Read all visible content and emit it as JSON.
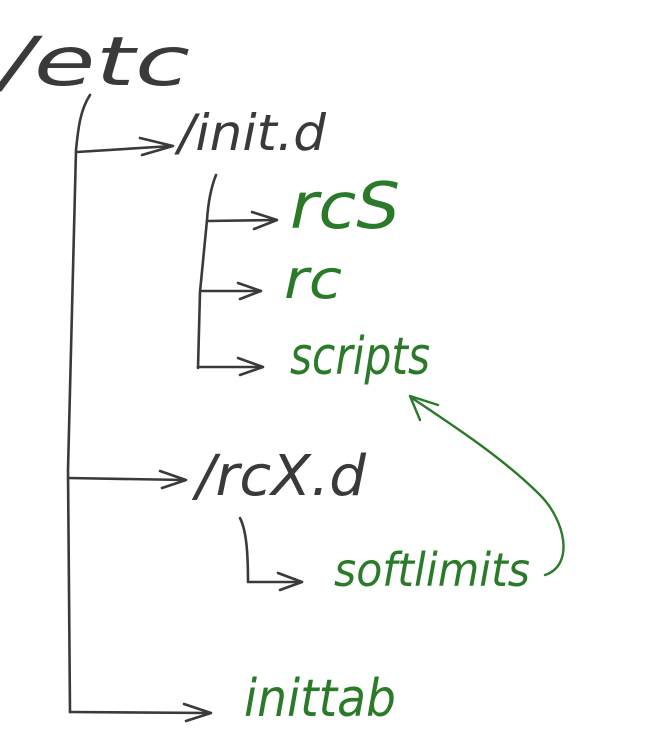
{
  "colors": {
    "ink_dark": "#3a3a3a",
    "ink_green": "#2a7a2a",
    "background": "#ffffff"
  },
  "tree": {
    "root": {
      "label": "/etc"
    },
    "nodes": [
      {
        "label": "/init.d"
      },
      {
        "label": "rcS"
      },
      {
        "label": "rc"
      },
      {
        "label": "scripts"
      },
      {
        "label": "/rcX.d"
      },
      {
        "label": "softlimits"
      },
      {
        "label": "inittab"
      }
    ]
  }
}
